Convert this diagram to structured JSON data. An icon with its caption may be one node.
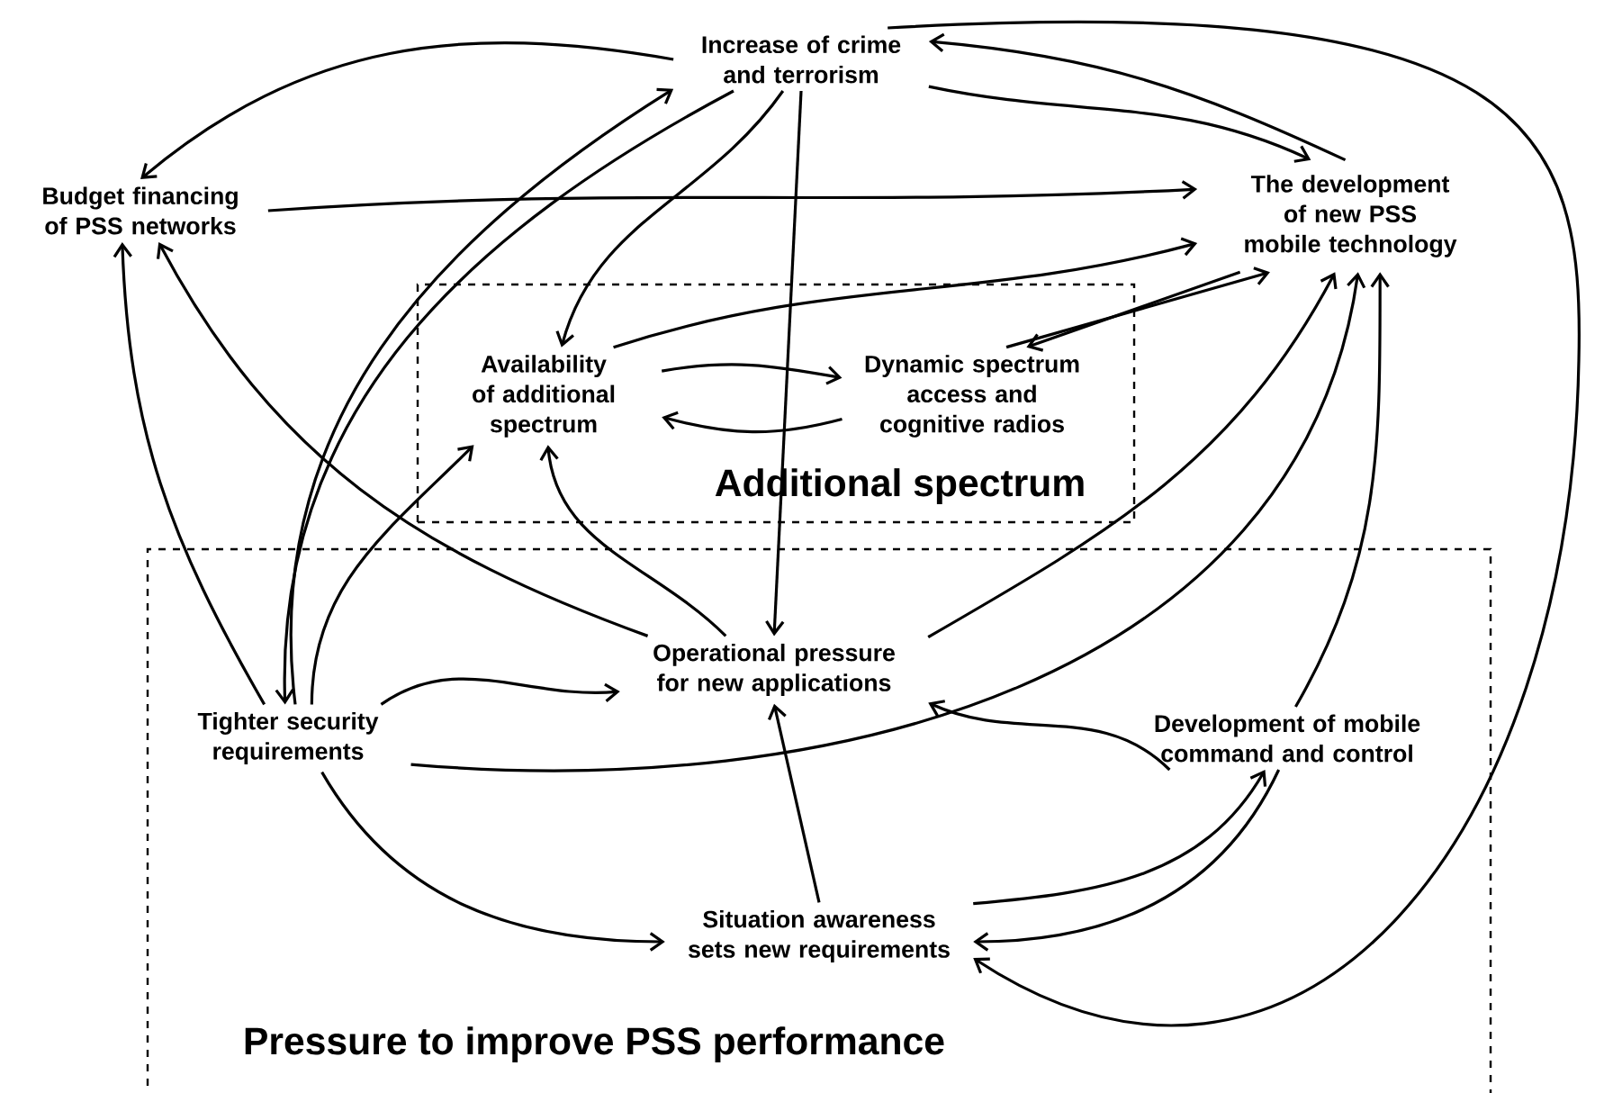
{
  "diagram": {
    "nodes": [
      {
        "text": [
          "Increase of crime and terrorism"
        ]
      },
      {
        "text": [
          "Budget financing of PSS networks"
        ]
      },
      {
        "text": [
          "The development of new PSS mobile technology"
        ]
      },
      {
        "text": [
          "Additional spectrum"
        ]
      },
      {
        "text": [
          "Availability of additional spectrum"
        ],
        "in": 3
      },
      {
        "text": [
          "Dynamic spectrum access and cognitive radios"
        ],
        "in": 3
      },
      {
        "text": [
          "Pressure to improve PSS performance"
        ]
      },
      {
        "text": [
          "Operational pressure for new applications"
        ],
        "in": 6
      },
      {
        "text": [
          "Tighter security requirements"
        ],
        "in": 6
      },
      {
        "text": [
          "Development of mobile command and control"
        ],
        "in": 6
      },
      {
        "text": [
          "Situation awareness sets new requirements"
        ],
        "in": 6
      }
    ],
    "edges": [
      {
        "from": 0,
        "to": 1,
        "arrow": "to"
      },
      {
        "from": 1,
        "to": 2,
        "arrow": "to"
      },
      {
        "from": 0,
        "to": 4,
        "arrow": "to"
      },
      {
        "from": 0,
        "to": 7,
        "arrow": "to"
      },
      {
        "from": 2,
        "to": 0,
        "arrow": "to"
      },
      {
        "from": 0,
        "to": 2,
        "arrow": "to"
      },
      {
        "from": 0,
        "to": 8,
        "arrow": "to"
      },
      {
        "from": 8,
        "to": 0,
        "arrow": "to"
      },
      {
        "from": 0,
        "to": 10,
        "arrow": "to"
      },
      {
        "from": 4,
        "to": 2,
        "arrow": "to"
      },
      {
        "from": 4,
        "to": 5,
        "arrow": "to"
      },
      {
        "from": 5,
        "to": 4,
        "arrow": "to"
      },
      {
        "from": 5,
        "to": 2,
        "arrow": "to"
      },
      {
        "from": 2,
        "to": 5,
        "arrow": "to"
      },
      {
        "from": 7,
        "to": 1,
        "arrow": "to"
      },
      {
        "from": 7,
        "to": 4,
        "arrow": "to"
      },
      {
        "from": 7,
        "to": 2,
        "arrow": "to"
      },
      {
        "from": 8,
        "to": 1,
        "arrow": "to"
      },
      {
        "from": 8,
        "to": 4,
        "arrow": "to"
      },
      {
        "from": 8,
        "to": 7,
        "arrow": "to"
      },
      {
        "from": 8,
        "to": 2,
        "arrow": "to"
      },
      {
        "from": 8,
        "to": 10,
        "arrow": "to"
      },
      {
        "from": 9,
        "to": 7,
        "arrow": "to"
      },
      {
        "from": 9,
        "to": 2,
        "arrow": "to"
      },
      {
        "from": 10,
        "to": 7,
        "arrow": "to"
      },
      {
        "from": 10,
        "to": 9,
        "arrow": "to"
      },
      {
        "from": 9,
        "to": 10,
        "arrow": "to"
      }
    ]
  }
}
